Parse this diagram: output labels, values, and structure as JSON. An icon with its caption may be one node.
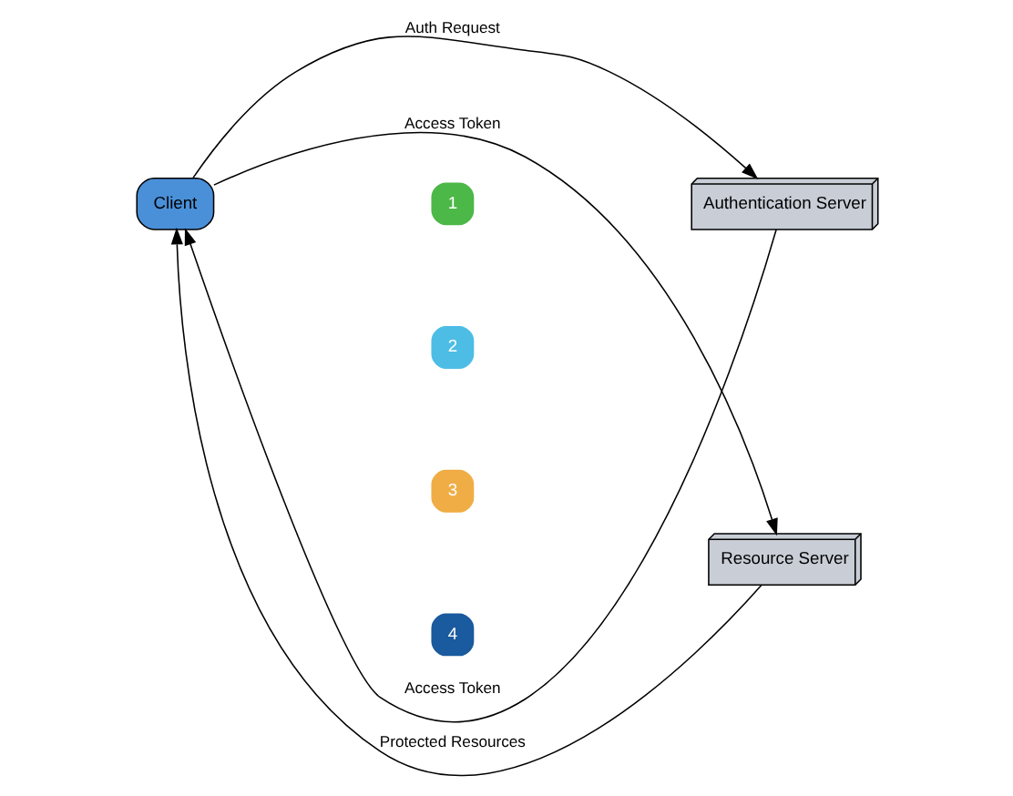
{
  "diagram": {
    "nodes": [
      {
        "text": [
          "Client"
        ]
      },
      {
        "text": [
          "Authentication Server"
        ]
      },
      {
        "text": [
          "Resource Server"
        ]
      },
      {
        "text": [
          "1"
        ]
      },
      {
        "text": [
          "2"
        ]
      },
      {
        "text": [
          "3"
        ]
      },
      {
        "text": [
          "4"
        ]
      }
    ],
    "edges": [
      {
        "from": 0,
        "to": 1,
        "arrow": "to",
        "label": "Auth Request"
      },
      {
        "from": 1,
        "to": 0,
        "arrow": "to",
        "label": "Access Token"
      },
      {
        "from": 0,
        "to": 2,
        "arrow": "to",
        "label": "Access Token"
      },
      {
        "from": 2,
        "to": 0,
        "arrow": "to",
        "label": "Protected Resources"
      }
    ]
  }
}
